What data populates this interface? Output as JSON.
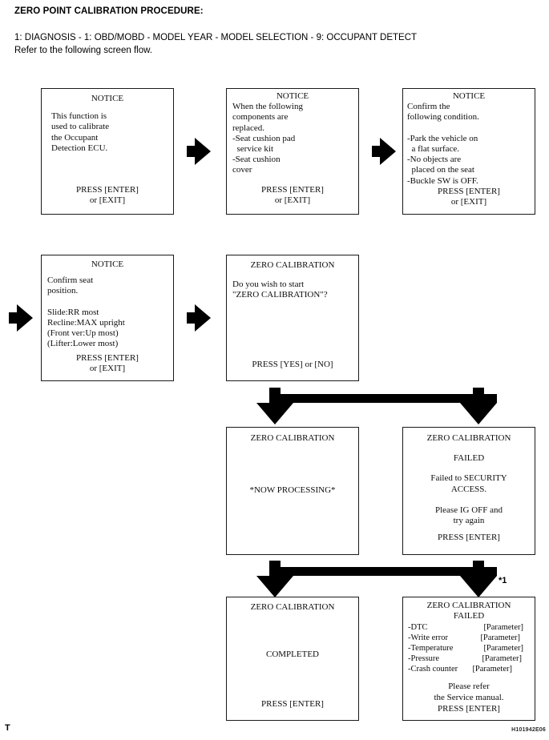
{
  "header": {
    "title": "ZERO POINT CALIBRATION PROCEDURE:",
    "path": "1: DIAGNOSIS - 1: OBD/MOBD - MODEL YEAR - MODEL SELECTION - 9: OCCUPANT DETECT",
    "refer": "Refer to the following screen flow."
  },
  "screens": {
    "notice1": {
      "title": "NOTICE",
      "body": "This function is\nused to calibrate\nthe Occupant\nDetection ECU.",
      "footer": "PRESS [ENTER]\nor [EXIT]"
    },
    "notice2": {
      "title": "NOTICE",
      "body": "When the following\ncomponents are\nreplaced.\n-Seat cushion pad\n  service kit\n-Seat cushion\ncover",
      "footer": "PRESS [ENTER]\nor [EXIT]"
    },
    "notice3": {
      "title": "NOTICE",
      "body": "Confirm the\nfollowing condition.\n\n-Park the vehicle on\n  a flat surface.\n-No objects are\n  placed on the seat\n-Buckle SW is OFF.",
      "footer": "PRESS [ENTER]\nor [EXIT]"
    },
    "notice4": {
      "title": "NOTICE",
      "body": "Confirm seat\nposition.\n\nSlide:RR most\nRecline:MAX upright\n(Front ver:Up most)\n(Lifter:Lower most)",
      "footer": "PRESS [ENTER]\nor [EXIT]"
    },
    "start": {
      "title": "ZERO CALIBRATION",
      "body": "Do you wish to start\n\"ZERO CALIBRATION\"?",
      "footer": "PRESS [YES] or [NO]"
    },
    "processing": {
      "title": "ZERO CALIBRATION",
      "body": "*NOW PROCESSING*",
      "footer": ""
    },
    "failed_security": {
      "title": "ZERO CALIBRATION",
      "subtitle": "FAILED",
      "body": "Failed to SECURITY\nACCESS.\n\nPlease IG OFF and\ntry again",
      "footer": "PRESS [ENTER]"
    },
    "completed": {
      "title": "ZERO CALIBRATION",
      "body": "COMPLETED",
      "footer": "PRESS [ENTER]"
    },
    "failed_params": {
      "title": "ZERO CALIBRATION",
      "subtitle": "FAILED",
      "rows": [
        {
          "name": "-DTC",
          "value": "[Parameter]"
        },
        {
          "name": "-Write error",
          "value": "[Parameter]"
        },
        {
          "name": "-Temperature",
          "value": "[Parameter]"
        },
        {
          "name": "-Pressure",
          "value": "[Parameter]"
        },
        {
          "name": "-Crash counter",
          "value": "[Parameter]"
        }
      ],
      "note": "Please refer\nthe Service manual.",
      "footer": "PRESS [ENTER]"
    }
  },
  "annotations": {
    "star_one": "*1"
  },
  "footer": {
    "page_mark": "T",
    "figure_id": "H101942E06"
  }
}
